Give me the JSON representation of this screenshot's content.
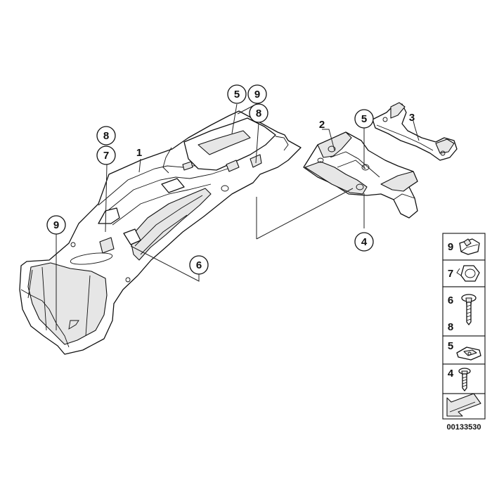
{
  "diagram": {
    "drawing_number": "00133530",
    "part_labels": {
      "p1": "1",
      "p2": "2",
      "p3": "3"
    },
    "callouts": {
      "c5a": "5",
      "c9a": "9",
      "c8a": "8",
      "c8b": "8",
      "c7": "7",
      "c9b": "9",
      "c6": "6",
      "c5b": "5",
      "c4": "4"
    },
    "legend": [
      {
        "labels": [
          "9"
        ],
        "icon": "clip-icon"
      },
      {
        "labels": [
          "7"
        ],
        "icon": "cable-clamp-icon"
      },
      {
        "labels": [
          "6",
          "8"
        ],
        "icon": "pan-screw-icon"
      },
      {
        "labels": [
          "5"
        ],
        "icon": "clip-nut-icon"
      },
      {
        "labels": [
          "4"
        ],
        "icon": "bolt-icon"
      },
      {
        "labels": [],
        "icon": "direction-arrow-icon"
      }
    ]
  }
}
